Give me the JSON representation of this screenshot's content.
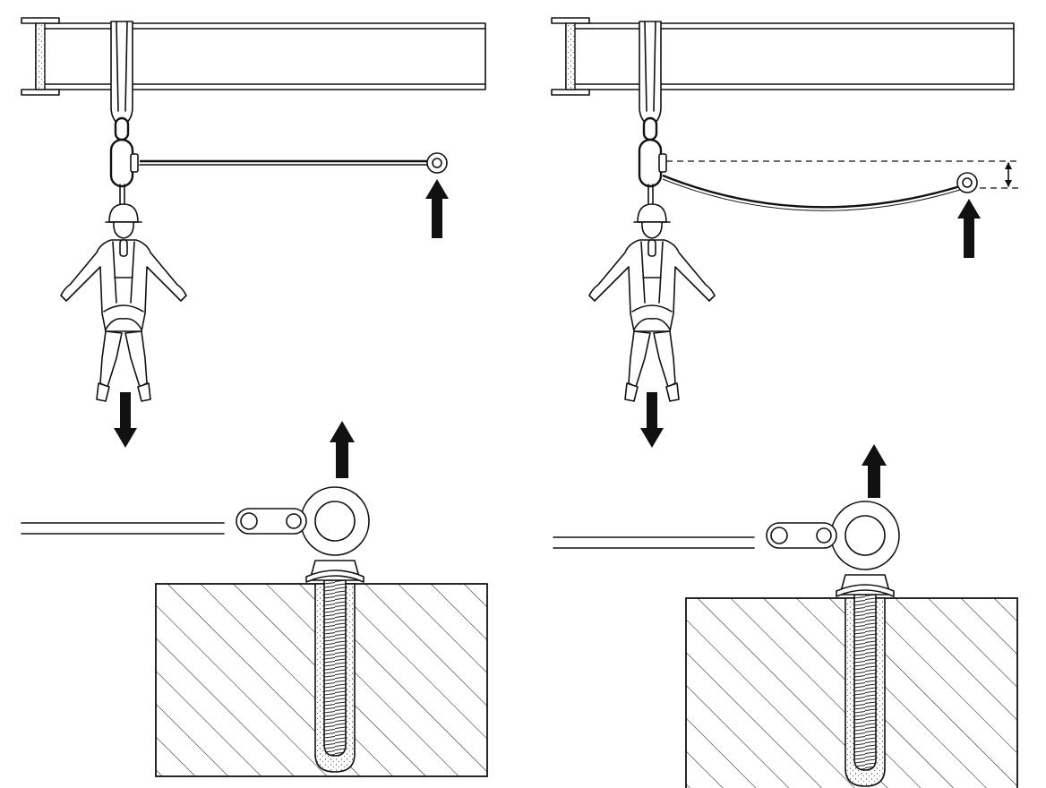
{
  "diagram": {
    "panels": [
      {
        "id": "taut-lifeline-fall-arrest",
        "lifeline_state": "taut",
        "person": "fallen-worker-in-harness",
        "load_arrow_person": "down",
        "load_arrow_anchor": "up"
      },
      {
        "id": "slack-lifeline-fall-arrest",
        "lifeline_state": "sagging",
        "person": "fallen-worker-in-harness",
        "load_arrow_person": "down",
        "load_arrow_anchor": "up",
        "deflection_marker": true
      }
    ],
    "details": [
      {
        "id": "eye-bolt-anchor-detail-left",
        "component": "eye-bolt-in-bonded-anchor",
        "load_arrow": "up"
      },
      {
        "id": "eye-bolt-anchor-detail-right",
        "component": "eye-bolt-in-bonded-anchor",
        "load_arrow": "up"
      }
    ],
    "colors": {
      "line": "#111111",
      "background": "#ffffff"
    }
  }
}
